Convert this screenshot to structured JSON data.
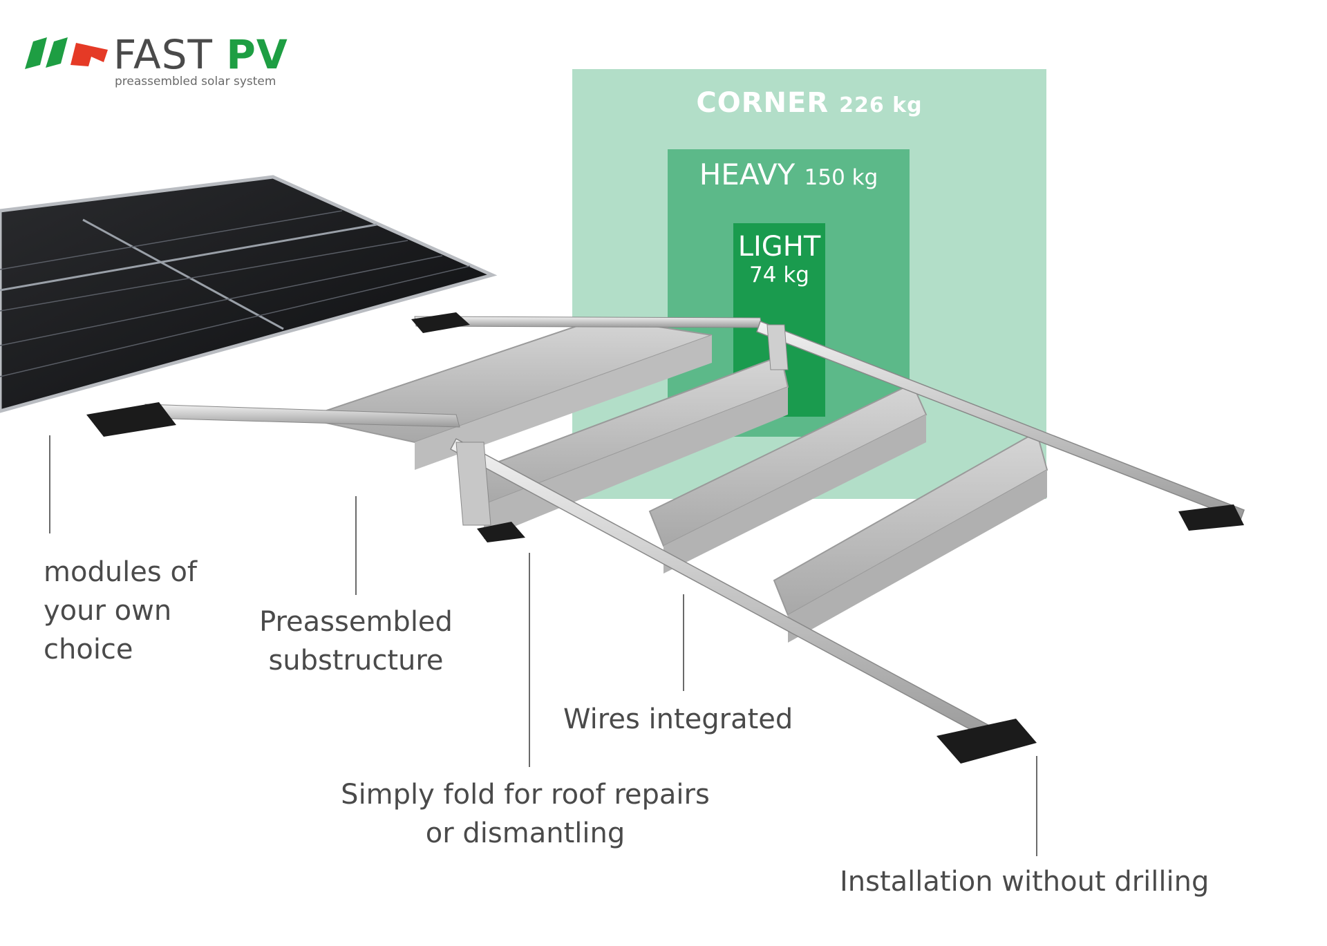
{
  "brand": {
    "name_part1": "FAST ",
    "name_part2": "PV",
    "tagline": "preassembled solar system",
    "colors": {
      "green": "#1e9e43",
      "red": "#e53a26",
      "gray": "#4a4a4a"
    }
  },
  "zones": {
    "corner": {
      "name": "CORNER",
      "weight": "226 kg",
      "color": "#b2dec8"
    },
    "heavy": {
      "name": "HEAVY",
      "weight": "150 kg",
      "color": "#5cb989"
    },
    "light": {
      "name": "LIGHT",
      "weight": "74 kg",
      "color": "#1a9b4e"
    }
  },
  "callouts": {
    "modules": "modules of\nyour own\nchoice",
    "substructure": "Preassembled\nsubstructure",
    "wires": "Wires integrated",
    "fold": "Simply fold for roof repairs\nor dismantling",
    "drilling": "Installation without drilling"
  }
}
